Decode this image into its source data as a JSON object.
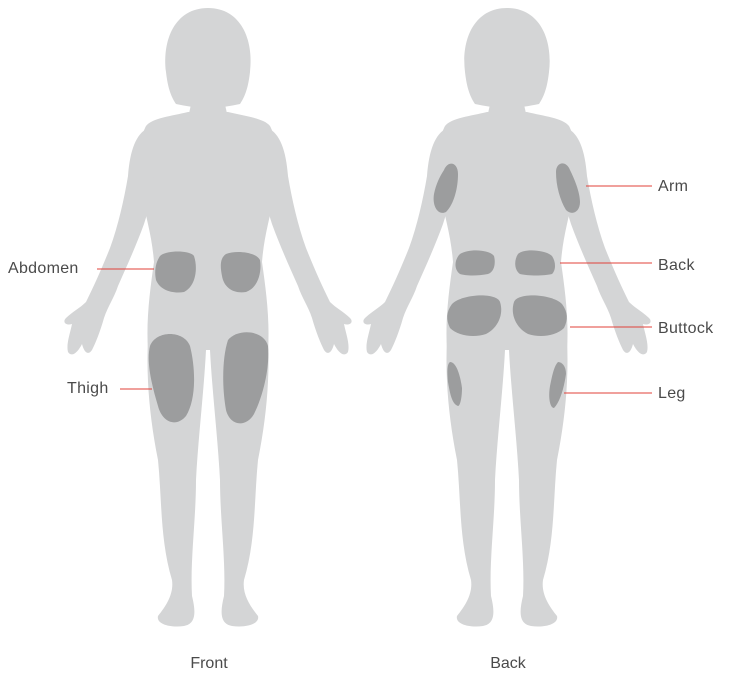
{
  "colors": {
    "body": "#d4d5d6",
    "site": "#9c9d9e",
    "leader": "#e0413a",
    "text": "#4a4a4a"
  },
  "labels": {
    "abdomen": "Abdomen",
    "thigh": "Thigh",
    "arm": "Arm",
    "back": "Back",
    "buttock": "Buttock",
    "leg": "Leg"
  },
  "captions": {
    "front": "Front",
    "back": "Back"
  }
}
